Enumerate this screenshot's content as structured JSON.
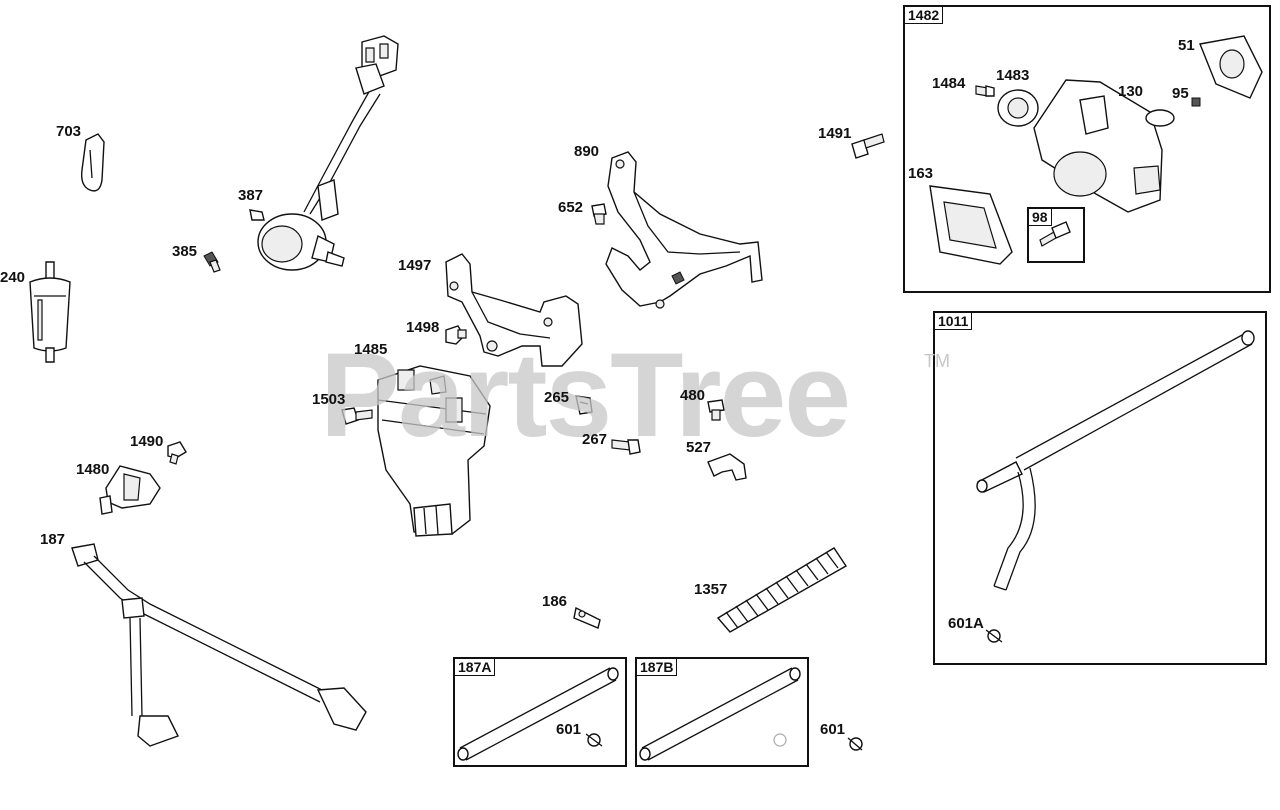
{
  "watermark": {
    "text": "PartsTree",
    "trademark": "TM"
  },
  "parts": [
    {
      "id": "p703",
      "label": "703"
    },
    {
      "id": "p387",
      "label": "387"
    },
    {
      "id": "p385",
      "label": "385"
    },
    {
      "id": "p240",
      "label": "240"
    },
    {
      "id": "p890",
      "label": "890"
    },
    {
      "id": "p652",
      "label": "652"
    },
    {
      "id": "p1497",
      "label": "1497"
    },
    {
      "id": "p1498",
      "label": "1498"
    },
    {
      "id": "p1485",
      "label": "1485"
    },
    {
      "id": "p1503",
      "label": "1503"
    },
    {
      "id": "p265",
      "label": "265"
    },
    {
      "id": "p480",
      "label": "480"
    },
    {
      "id": "p267",
      "label": "267"
    },
    {
      "id": "p527",
      "label": "527"
    },
    {
      "id": "p1490",
      "label": "1490"
    },
    {
      "id": "p1480",
      "label": "1480"
    },
    {
      "id": "p187",
      "label": "187"
    },
    {
      "id": "p186",
      "label": "186"
    },
    {
      "id": "p1357",
      "label": "1357"
    },
    {
      "id": "p1491",
      "label": "1491"
    },
    {
      "id": "p601",
      "label": "601"
    },
    {
      "id": "p601a",
      "label": "601A"
    }
  ],
  "assemblies": {
    "a1482": {
      "title": "1482",
      "parts": [
        {
          "id": "p51",
          "label": "51"
        },
        {
          "id": "p1484",
          "label": "1484"
        },
        {
          "id": "p1483",
          "label": "1483"
        },
        {
          "id": "p130",
          "label": "130"
        },
        {
          "id": "p95",
          "label": "95"
        },
        {
          "id": "p163",
          "label": "163"
        }
      ],
      "sub": {
        "title": "98"
      }
    },
    "a1011": {
      "title": "1011"
    },
    "a187a": {
      "title": "187A",
      "clamp_label": "601"
    },
    "a187b": {
      "title": "187B"
    }
  }
}
